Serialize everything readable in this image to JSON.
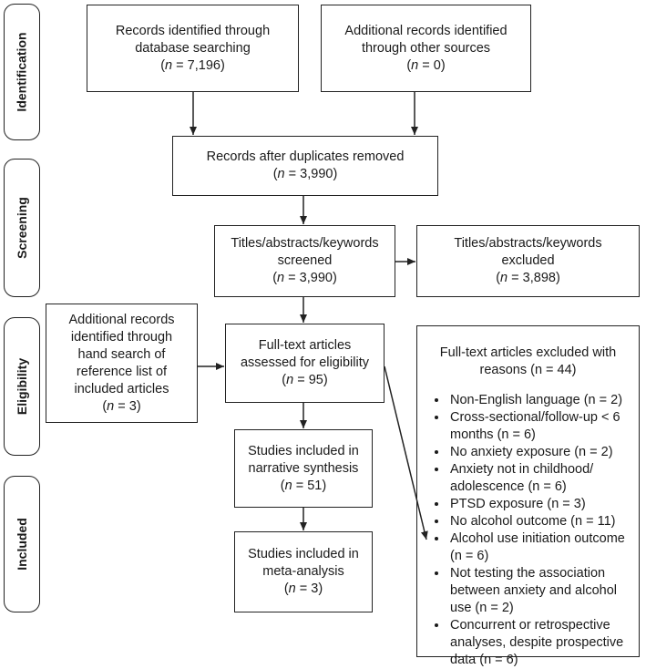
{
  "stages": {
    "identification": "Identification",
    "screening": "Screening",
    "eligibility": "Eligibility",
    "included": "Included"
  },
  "boxes": {
    "db_search": {
      "lines": [
        "Records identified through",
        "database searching"
      ],
      "n": "7,196"
    },
    "other_sources": {
      "lines": [
        "Additional records identified",
        "through other sources"
      ],
      "n": "0"
    },
    "after_duplicates": {
      "lines": [
        "Records after duplicates removed"
      ],
      "n": "3,990"
    },
    "screened": {
      "lines": [
        "Titles/abstracts/keywords",
        "screened"
      ],
      "n": "3,990"
    },
    "screen_excluded": {
      "lines": [
        "Titles/abstracts/keywords",
        "excluded"
      ],
      "n": "3,898"
    },
    "hand_search": {
      "lines": [
        "Additional records",
        "identified through",
        "hand search of",
        "reference list of",
        "included articles"
      ],
      "n": "3"
    },
    "fulltext": {
      "lines": [
        "Full-text articles",
        "assessed for eligibility"
      ],
      "n": "95"
    },
    "narrative": {
      "lines": [
        "Studies included in",
        "narrative synthesis"
      ],
      "n": "51"
    },
    "meta": {
      "lines": [
        "Studies included in",
        "meta-analysis"
      ],
      "n": "3"
    }
  },
  "exclusions": {
    "title_line1": "Full-text articles excluded with",
    "title_line2": "reasons (n = 44)",
    "reasons": [
      "Non-English language (n = 2)",
      "Cross-sectional/follow-up < 6 months (n = 6)",
      "No anxiety exposure (n = 2)",
      "Anxiety not in childhood/ adolescence (n = 6)",
      "PTSD exposure (n = 3)",
      "No alcohol outcome (n = 11)",
      "Alcohol use initiation outcome (n = 6)",
      "Not testing the association between anxiety and alcohol use (n = 2)",
      "Concurrent or retrospective analyses, despite prospective data (n = 6)"
    ]
  },
  "n_prefix": "n",
  "n_equals": " = "
}
